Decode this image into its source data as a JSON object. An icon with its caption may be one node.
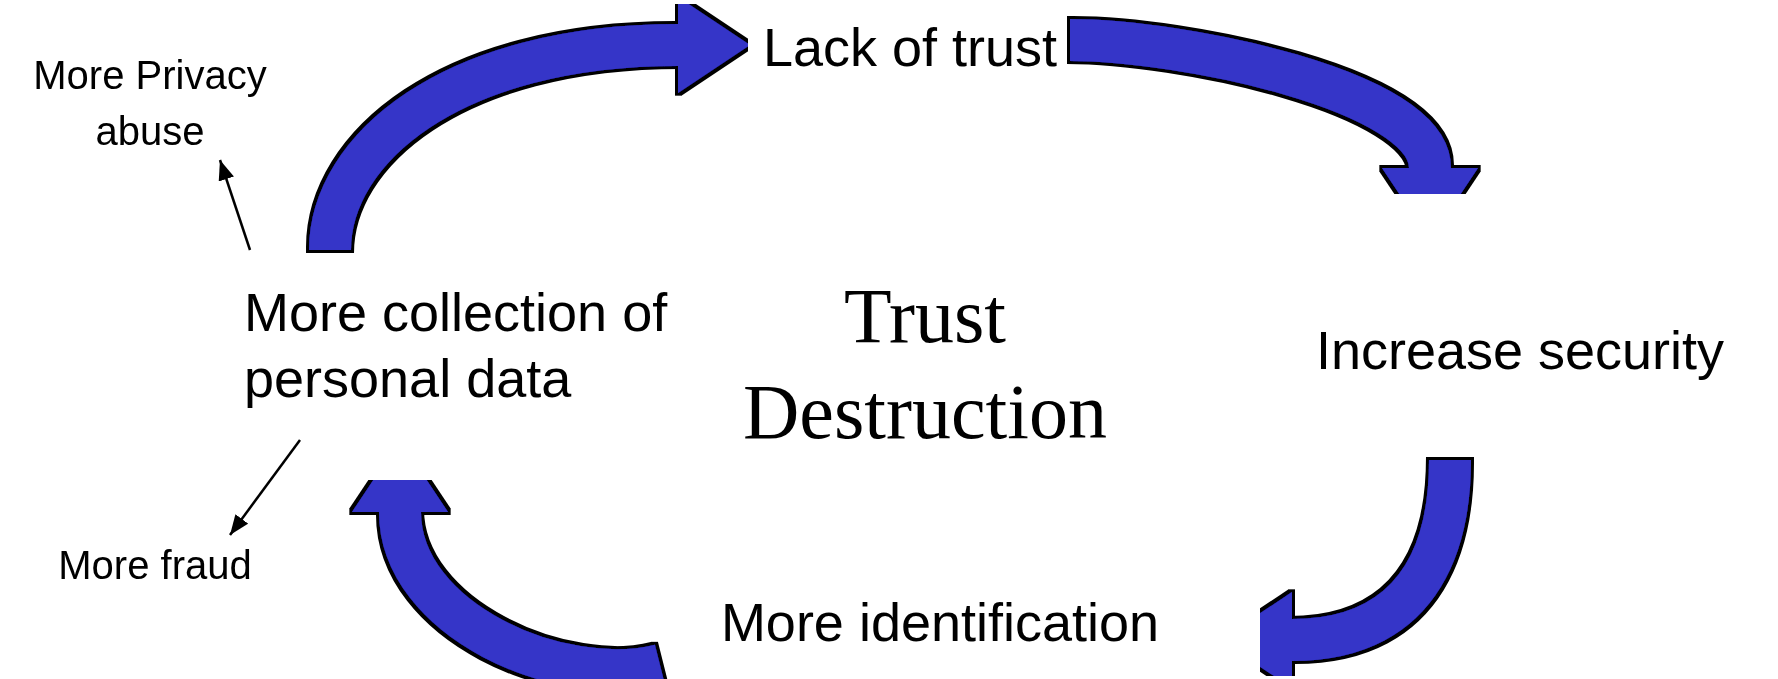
{
  "diagram": {
    "nodes": [
      {
        "text": [
          "Lack of trust"
        ]
      },
      {
        "text": [
          "Increase security"
        ]
      },
      {
        "text": [
          "More identification"
        ]
      },
      {
        "text": [
          "More collection of personal data"
        ]
      },
      {
        "text": [
          "More Privacy abuse"
        ]
      },
      {
        "text": [
          "More fraud"
        ]
      }
    ],
    "edges": [
      {
        "from": 3,
        "to": 0,
        "arrow": "to"
      },
      {
        "from": 0,
        "to": 1,
        "arrow": "to"
      },
      {
        "from": 1,
        "to": 2,
        "arrow": "to"
      },
      {
        "from": 2,
        "to": 3,
        "arrow": "to"
      },
      {
        "from": 3,
        "to": 4,
        "arrow": "to",
        "color": "#000000"
      },
      {
        "from": 3,
        "to": 5,
        "arrow": "to",
        "color": "#000000"
      }
    ],
    "labels": [
      "Trust Destruction"
    ]
  }
}
